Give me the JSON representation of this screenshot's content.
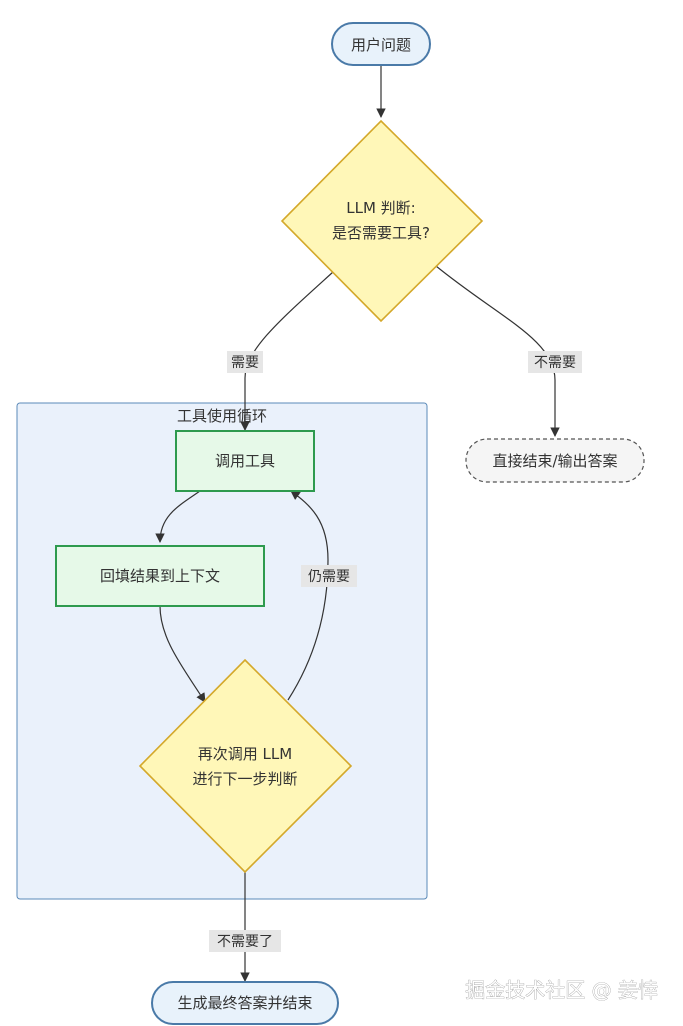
{
  "diagram": {
    "colors": {
      "start_end_fill": "#e8f2fb",
      "start_end_stroke": "#4a7aa8",
      "decision_fill": "#fff7b8",
      "decision_stroke": "#d4a82a",
      "process_fill": "#e6f9e8",
      "process_stroke": "#2e9a4e",
      "cluster_fill": "#eaf1fb",
      "cluster_stroke": "#5b8ab8",
      "terminal_fill": "#f5f5f5",
      "terminal_stroke": "#555555"
    },
    "nodes": {
      "user_question": "用户问题",
      "llm_decision_line1": "LLM 判断:",
      "llm_decision_line2": "是否需要工具?",
      "direct_end": "直接结束/输出答案",
      "call_tool": "调用工具",
      "backfill": "回填结果到上下文",
      "recall_llm_line1": "再次调用 LLM",
      "recall_llm_line2": "进行下一步判断",
      "final_answer": "生成最终答案并结束"
    },
    "cluster": {
      "title": "工具使用循环"
    },
    "edge_labels": {
      "need": "需要",
      "no_need": "不需要",
      "still_need": "仍需要",
      "no_longer_need": "不需要了"
    }
  },
  "watermark": "掘金技术社区 @ 姜悻"
}
